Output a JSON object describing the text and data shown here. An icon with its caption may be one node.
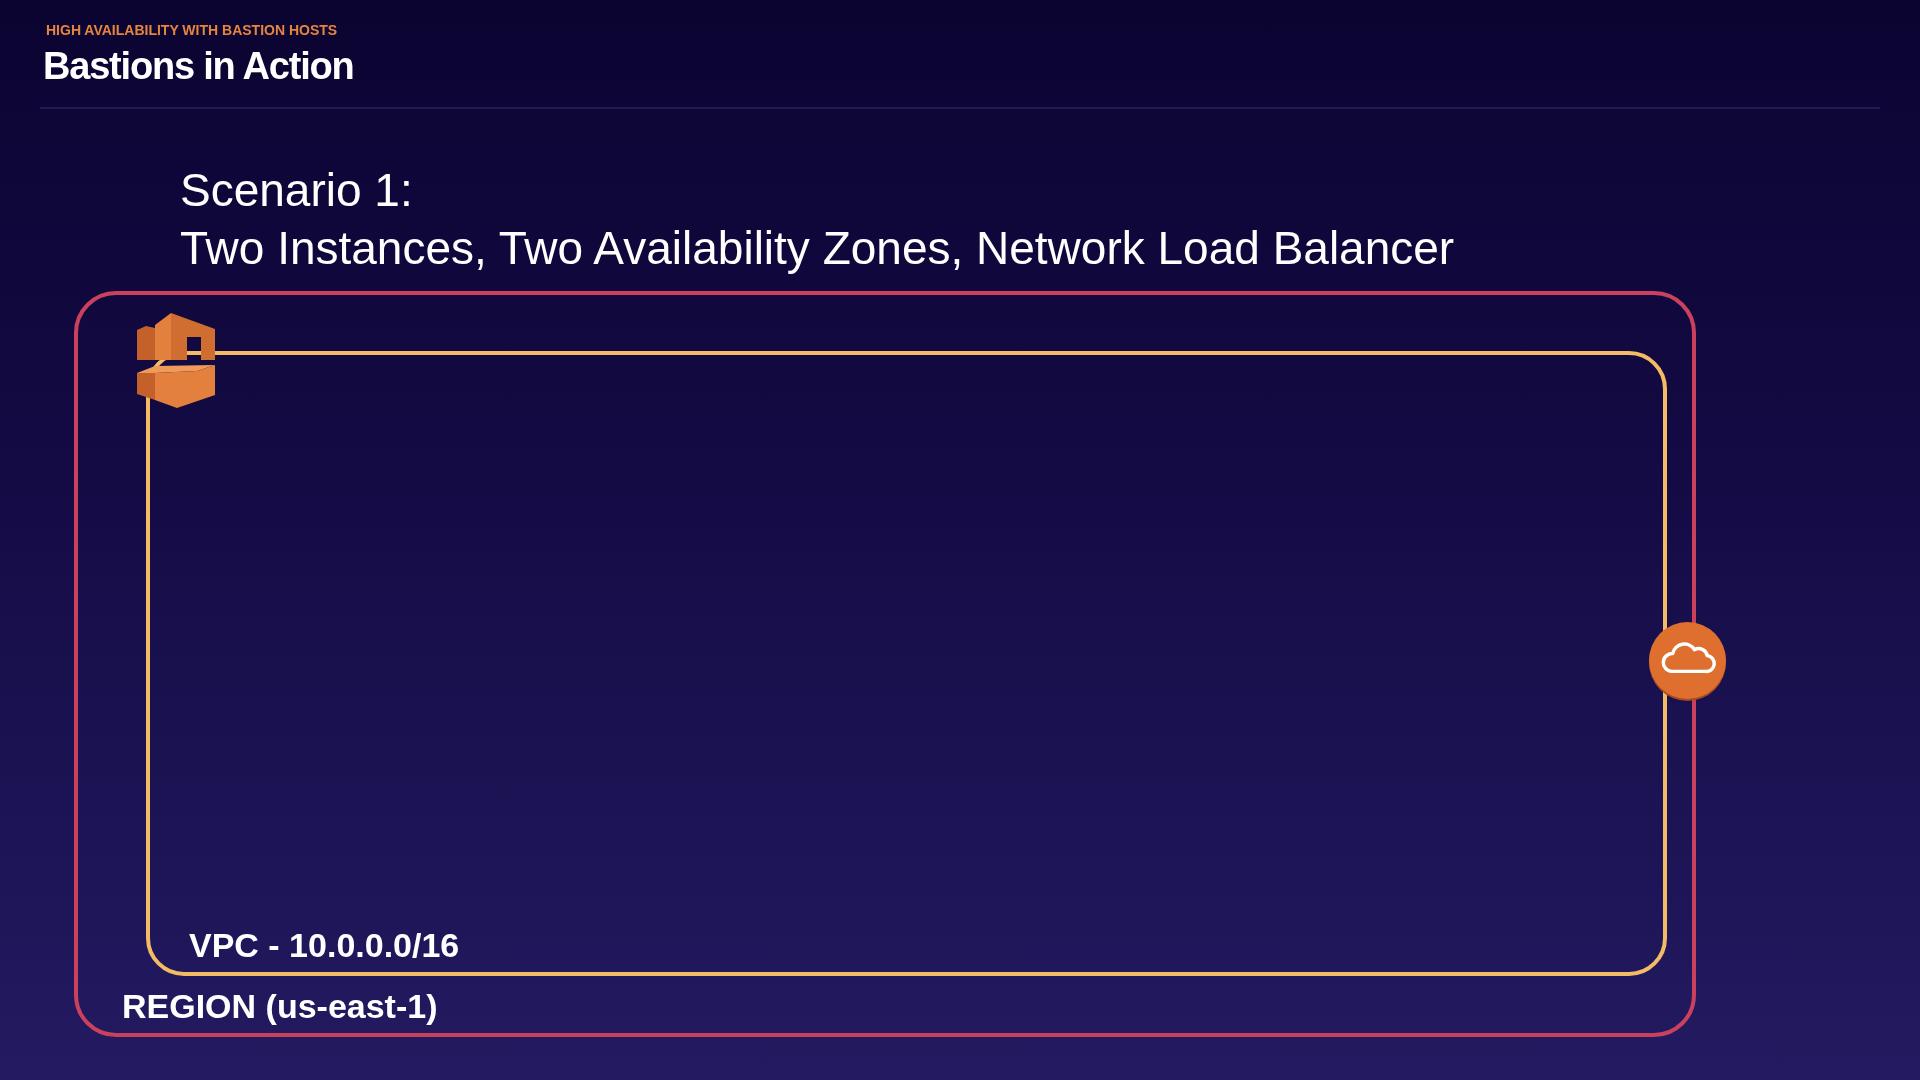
{
  "diagram": {
    "title": "Bastions in Action",
    "nodes": [
      {
        "text": [
          "REGION (us-east-1)"
        ]
      },
      {
        "text": [
          "VPC - 10.0.0.0/16"
        ],
        "in": 0
      }
    ],
    "labels": [
      "HIGH AVAILABILITY WITH BASTION HOSTS",
      "Scenario 1:",
      "Two Instances, Two Availability Zones, Network Load Balancer"
    ]
  }
}
